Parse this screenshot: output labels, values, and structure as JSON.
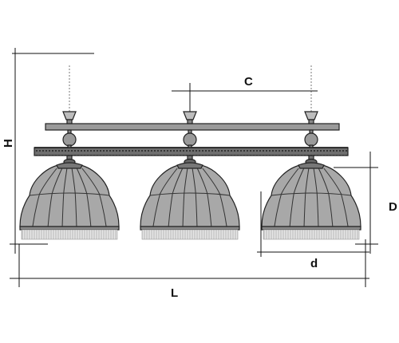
{
  "dimensions": {
    "height_label": "H",
    "center_spacing_label": "C",
    "shade_height_label": "D",
    "shade_diameter_label": "d",
    "length_label": "L"
  },
  "colors": {
    "bar_fill": "#9a9a9a",
    "shade_fill": "#a8a8a8",
    "shade_rib": "#333333",
    "line": "#111111",
    "fringe": "#d4d4d4"
  },
  "lamp_count": 3
}
